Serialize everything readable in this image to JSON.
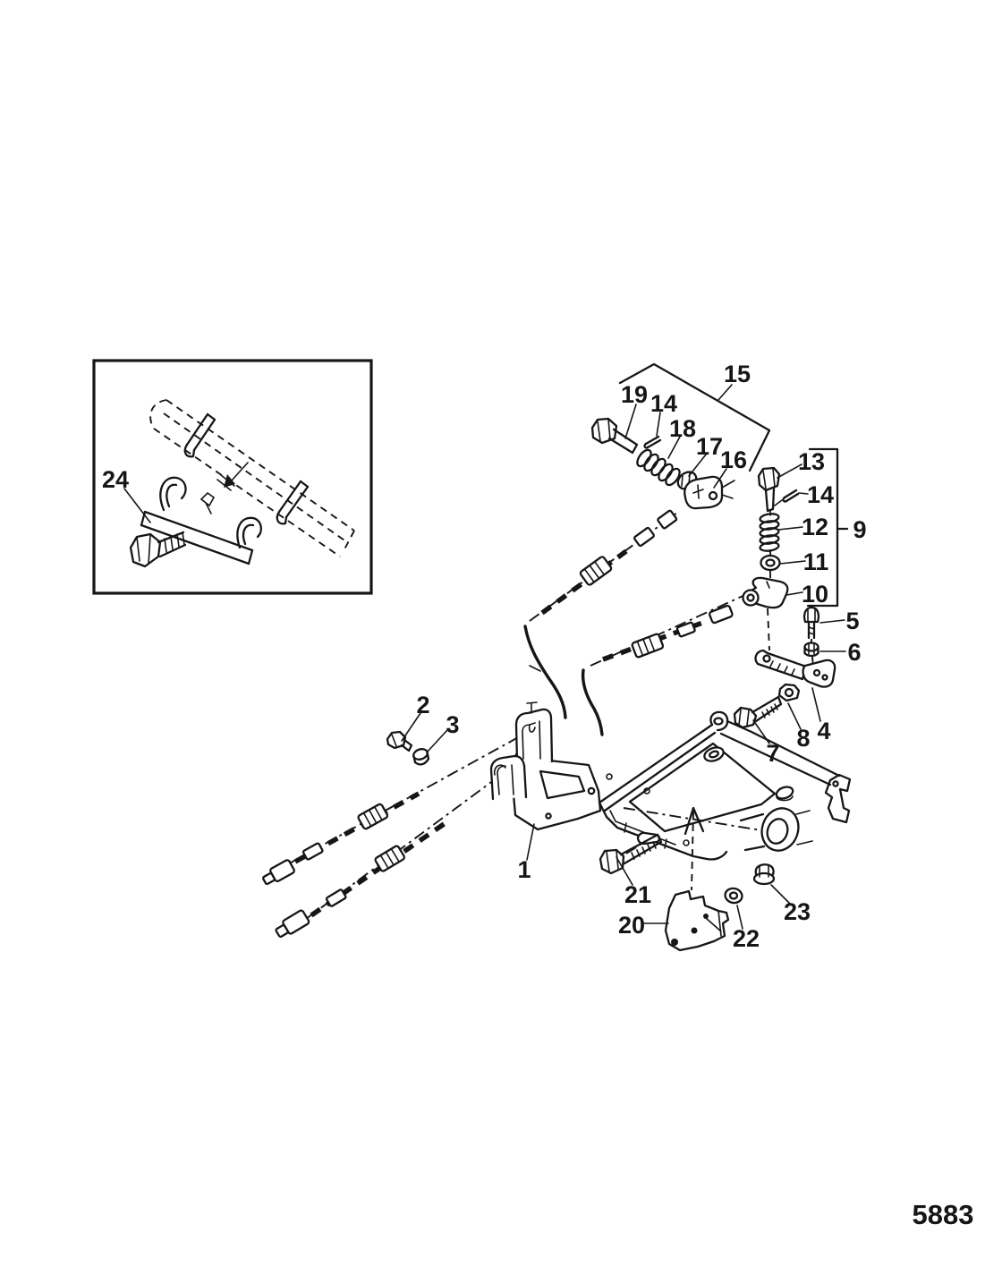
{
  "figure": {
    "number": "5883"
  },
  "colors": {
    "ink": "#161616",
    "paper": "#ffffff"
  },
  "callouts": {
    "c1": "1",
    "c2": "2",
    "c3": "3",
    "c4": "4",
    "c5": "5",
    "c6": "6",
    "c7": "7",
    "c8": "8",
    "c9": "9",
    "c10": "10",
    "c11": "11",
    "c12": "12",
    "c13": "13",
    "c14": "14",
    "c15": "15",
    "c16": "16",
    "c17": "17",
    "c18": "18",
    "c19": "19",
    "c20": "20",
    "c21": "21",
    "c22": "22",
    "c23": "23",
    "c24": "24"
  }
}
